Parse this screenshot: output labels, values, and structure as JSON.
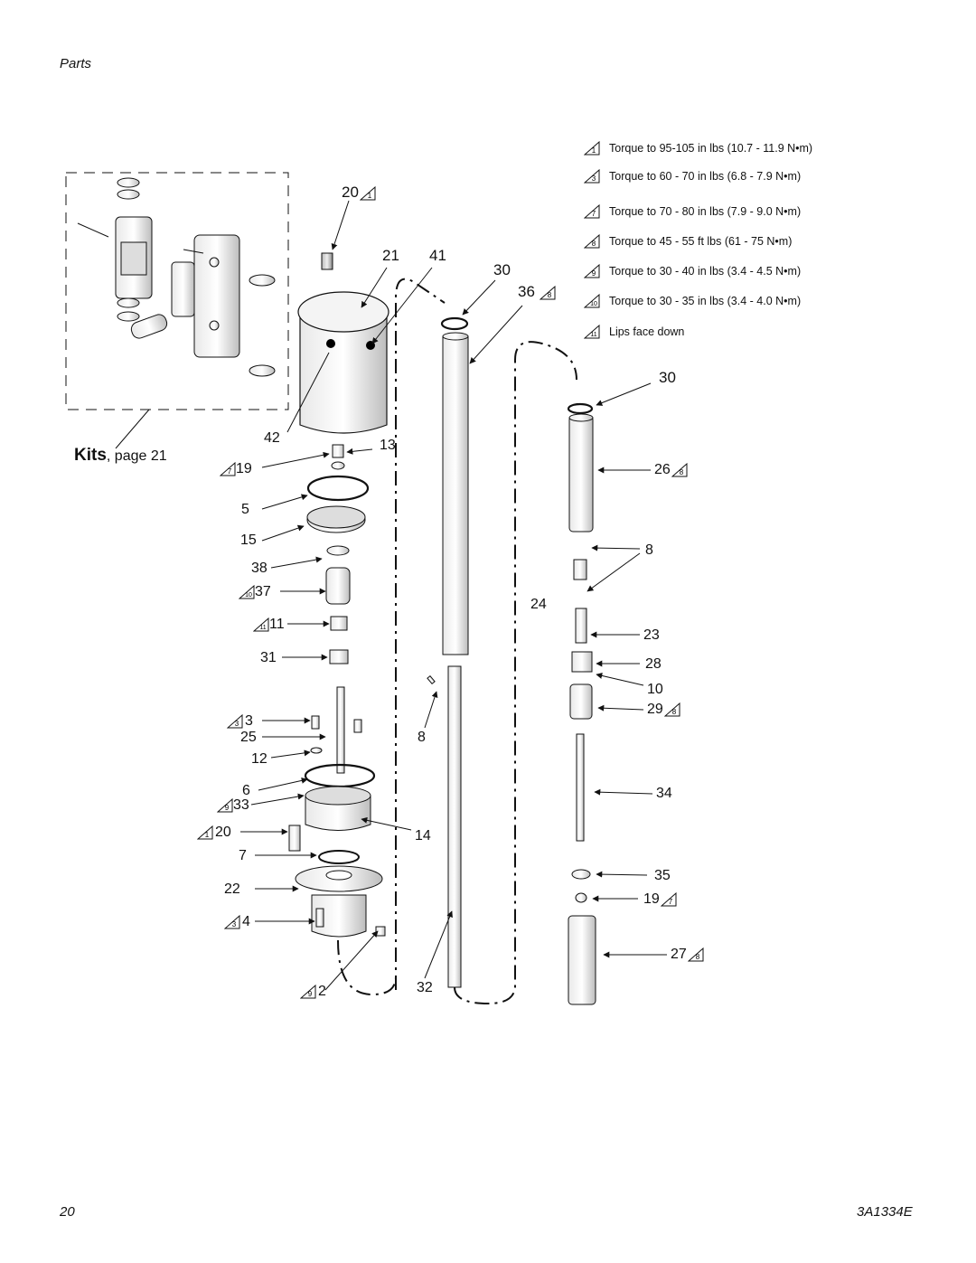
{
  "header": {
    "section": "Parts"
  },
  "footer": {
    "page_number": "20",
    "doc_number": "3A1334E"
  },
  "kits_link": {
    "bold": "Kits",
    "rest": ", page 21"
  },
  "legend": [
    {
      "mark": "1",
      "text": "Torque to 95-105 in lbs (10.7 - 11.9 N•m)"
    },
    {
      "mark": "3",
      "text": "Torque to 60 - 70 in lbs (6.8 - 7.9 N•m)"
    },
    {
      "mark": "7",
      "text": "Torque to 70 - 80 in lbs (7.9 - 9.0 N•m)"
    },
    {
      "mark": "8",
      "text": "Torque to 45 - 55 ft lbs (61 - 75 N•m)"
    },
    {
      "mark": "9",
      "text": "Torque to 30 - 40 in lbs (3.4 - 4.5 N•m)"
    },
    {
      "mark": "10",
      "text": "Torque to 30 - 35 in lbs (3.4 - 4.0 N•m)"
    },
    {
      "mark": "11",
      "text": "Lips face down"
    }
  ],
  "callouts": {
    "c20top": "20",
    "c21": "21",
    "c41": "41",
    "c30a": "30",
    "c36": "36",
    "c42": "42",
    "c13": "13",
    "c19a": "19",
    "c5": "5",
    "c15": "15",
    "c38": "38",
    "c37": "37",
    "c11": "11",
    "c31": "31",
    "c3": "3",
    "c25": "25",
    "c12": "12",
    "c6": "6",
    "c33": "33",
    "c20b": "20",
    "c7": "7",
    "c22": "22",
    "c4": "4",
    "c2": "2",
    "c14": "14",
    "c8a": "8",
    "c32": "32",
    "c30b": "30",
    "c26": "26",
    "c8b": "8",
    "c24": "24",
    "c23": "23",
    "c28": "28",
    "c10": "10",
    "c29": "29",
    "c34": "34",
    "c35": "35",
    "c19b": "19",
    "c27": "27"
  },
  "callout_marks": {
    "c20top": "1",
    "c36": "8",
    "c19a": "7",
    "c37": "10",
    "c11": "11",
    "c3": "3",
    "c33": "9",
    "c20b": "1",
    "c4": "3",
    "c2": "9",
    "c26": "8",
    "c29": "8",
    "c19b": "7",
    "c27": "8"
  }
}
